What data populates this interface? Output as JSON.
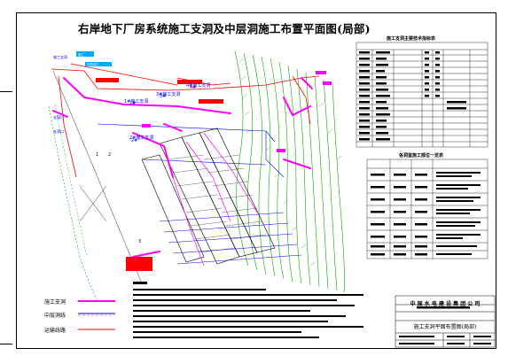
{
  "drawing": {
    "title": "右岸地下厂房系统施工支洞及中层洞施工布置平面图(局部)"
  },
  "labels": {
    "tunnel_1": "1#施工支洞",
    "tunnel_2": "2#施工支洞",
    "tunnel_3": "3#施工支洞",
    "tunnel_4": "4#施工支洞",
    "label_1": "1",
    "label_2": "2",
    "label_3": "3"
  },
  "tables": {
    "table1_caption": "施工支洞主要技术指标表",
    "table2_caption": "各洞室施工部位一览表"
  },
  "legend": {
    "item1": "施工支洞",
    "item2": "中层洞线",
    "item3": "运输线路"
  },
  "title_block": {
    "company": "中 国 水 电 建 设 集 团 公 司",
    "drawing_name": "施工支洞平面布置图(局部)"
  },
  "colors": {
    "tunnel": "#ff00ff",
    "road": "#ff0000",
    "contour": "#00aa00",
    "structure": "#0000ff",
    "outline": "#000000"
  }
}
